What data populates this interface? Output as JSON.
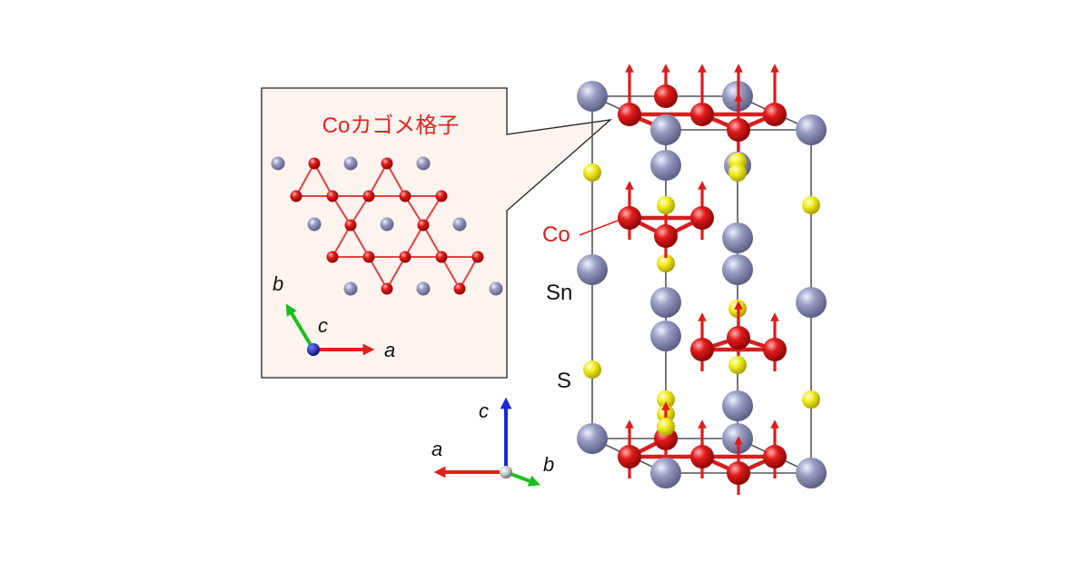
{
  "inset": {
    "title": "Coカゴメ格子",
    "axis_a": "a",
    "axis_b": "b",
    "axis_c": "c"
  },
  "structure": {
    "label_co": "Co",
    "label_sn": "Sn",
    "label_s": "S"
  },
  "axes": {
    "label_a": "a",
    "label_b": "b",
    "label_c": "c"
  },
  "colors": {
    "co": "#e01b1b",
    "sn": "#8c8fb4",
    "s": "#f0ea1a",
    "title": "#e8231f",
    "inset_bg": "#fdf3ef",
    "axis_a": "#e0201a",
    "axis_b": "#1bbf1b",
    "axis_c": "#1a28d8"
  }
}
